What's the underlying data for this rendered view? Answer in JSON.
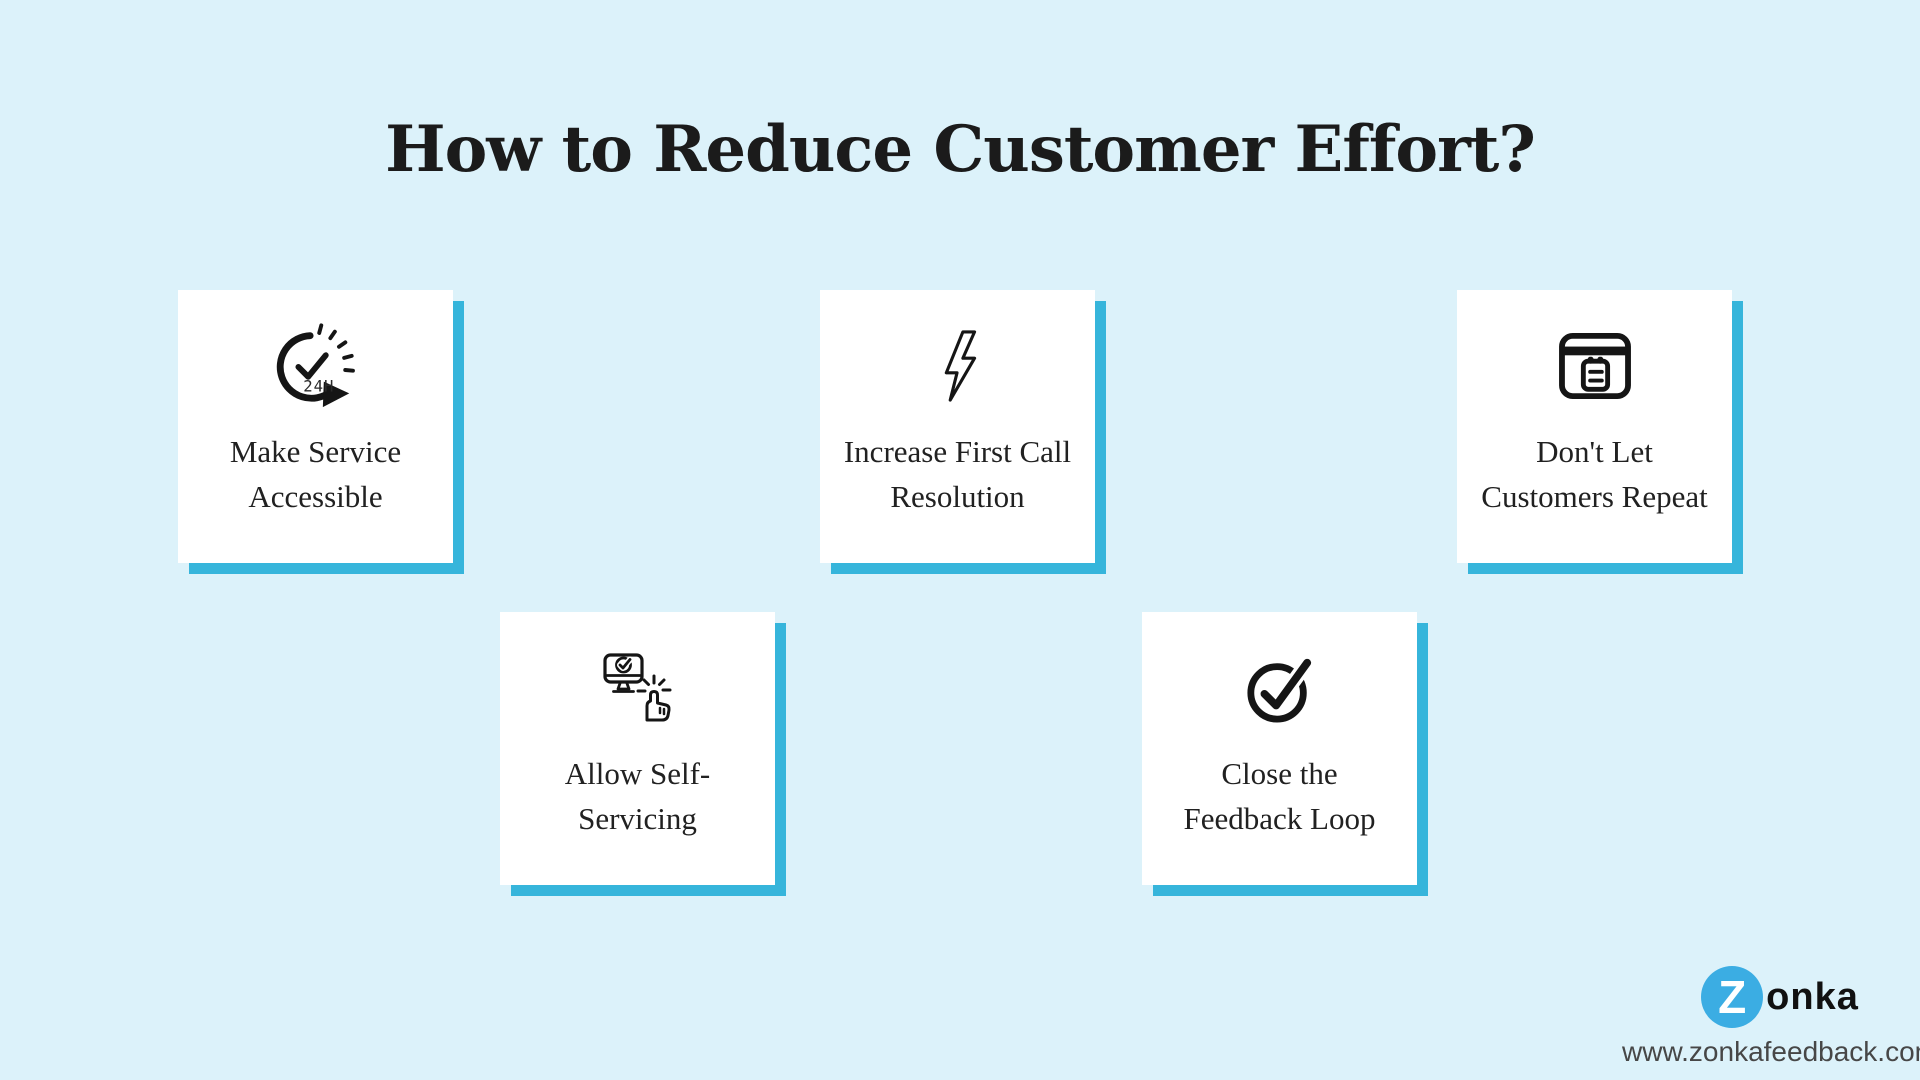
{
  "page": {
    "title": "How to Reduce Customer Effort?",
    "background_color": "#dcf2fa",
    "accent_color": "#36b5db",
    "ink_color": "#1b1b1b"
  },
  "cards": [
    {
      "id": "make-service-accessible",
      "icon": "24h-clock-icon",
      "icon_label": "24H",
      "lines": [
        "Make Service",
        "Accessible"
      ]
    },
    {
      "id": "increase-first-call-resolution",
      "icon": "lightning-bolt-icon",
      "lines": [
        "Increase First Call",
        "Resolution"
      ]
    },
    {
      "id": "dont-let-customers-repeat",
      "icon": "browser-checklist-icon",
      "lines": [
        "Don't Let",
        "Customers Repeat"
      ]
    },
    {
      "id": "allow-self-servicing",
      "icon": "monitor-click-icon",
      "lines": [
        "Allow Self-",
        "Servicing"
      ]
    },
    {
      "id": "close-the-feedback-loop",
      "icon": "check-circle-icon",
      "lines": [
        "Close the",
        "Feedback Loop"
      ]
    }
  ],
  "footer": {
    "logo": {
      "z": "Z",
      "rest": "onka",
      "circle_color": "#3bade3"
    },
    "website": "www.zonkafeedback.com"
  }
}
